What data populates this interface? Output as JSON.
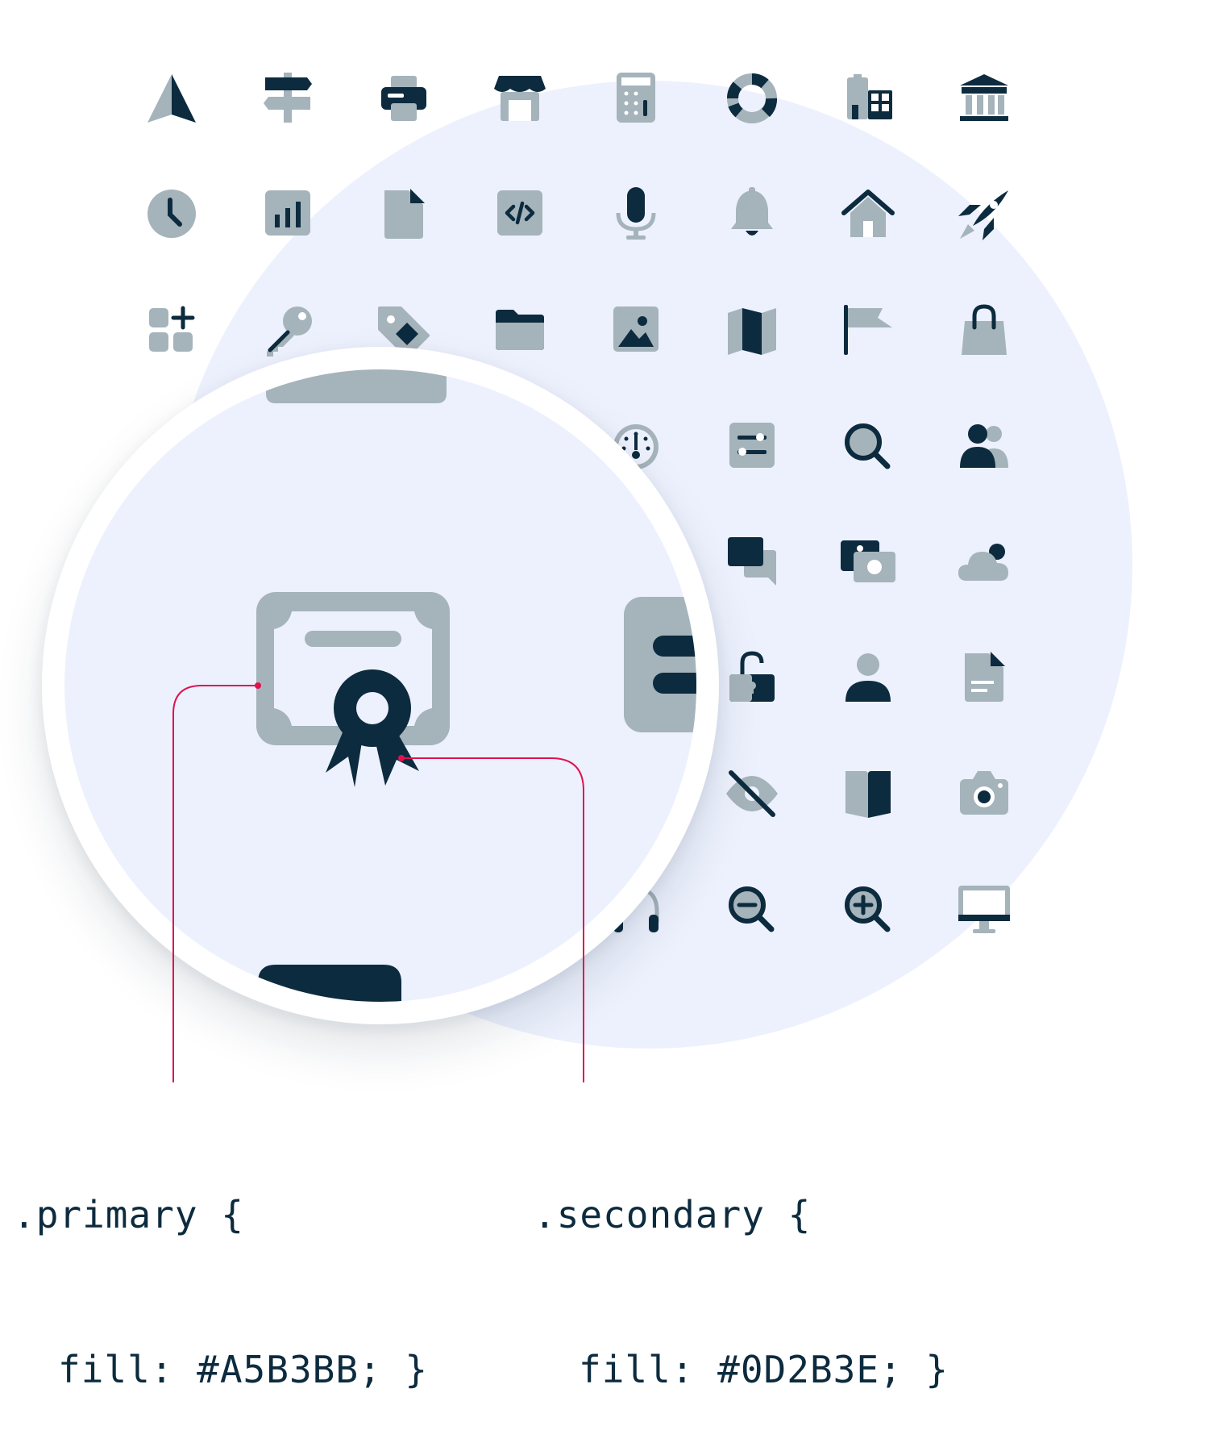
{
  "colors": {
    "primary": "#A5B3BB",
    "secondary": "#0D2B3E",
    "accent": "#E0124F",
    "background_circle": "#EDF1FD"
  },
  "icons": [
    "navigation-arrow-icon",
    "signpost-icon",
    "printer-icon",
    "storefront-icon",
    "calculator-icon",
    "lifebuoy-icon",
    "buildings-icon",
    "bank-icon",
    "clock-icon",
    "bar-chart-icon",
    "document-icon",
    "code-icon",
    "microphone-icon",
    "bell-icon",
    "home-icon",
    "rocket-icon",
    "add-widget-icon",
    "key-icon",
    "tag-icon",
    "folder-icon",
    "image-icon",
    "map-icon",
    "flag-icon",
    "shopping-bag-icon",
    "dashboard-gauge-icon",
    "toggle-settings-icon",
    "search-icon",
    "users-icon",
    "chat-icon",
    "photos-icon",
    "cloud-icon",
    "unlock-icon",
    "user-icon",
    "file-text-icon",
    "eye-off-icon",
    "book-icon",
    "camera-icon",
    "headphones-icon",
    "zoom-out-icon",
    "zoom-in-icon",
    "desktop-icon"
  ],
  "magnified_icon": "certificate-icon",
  "code": {
    "primary": {
      "selector": ".primary {",
      "rule": "fill: #A5B3BB; }"
    },
    "secondary": {
      "selector": ".secondary {",
      "rule": "fill: #0D2B3E; }"
    }
  }
}
